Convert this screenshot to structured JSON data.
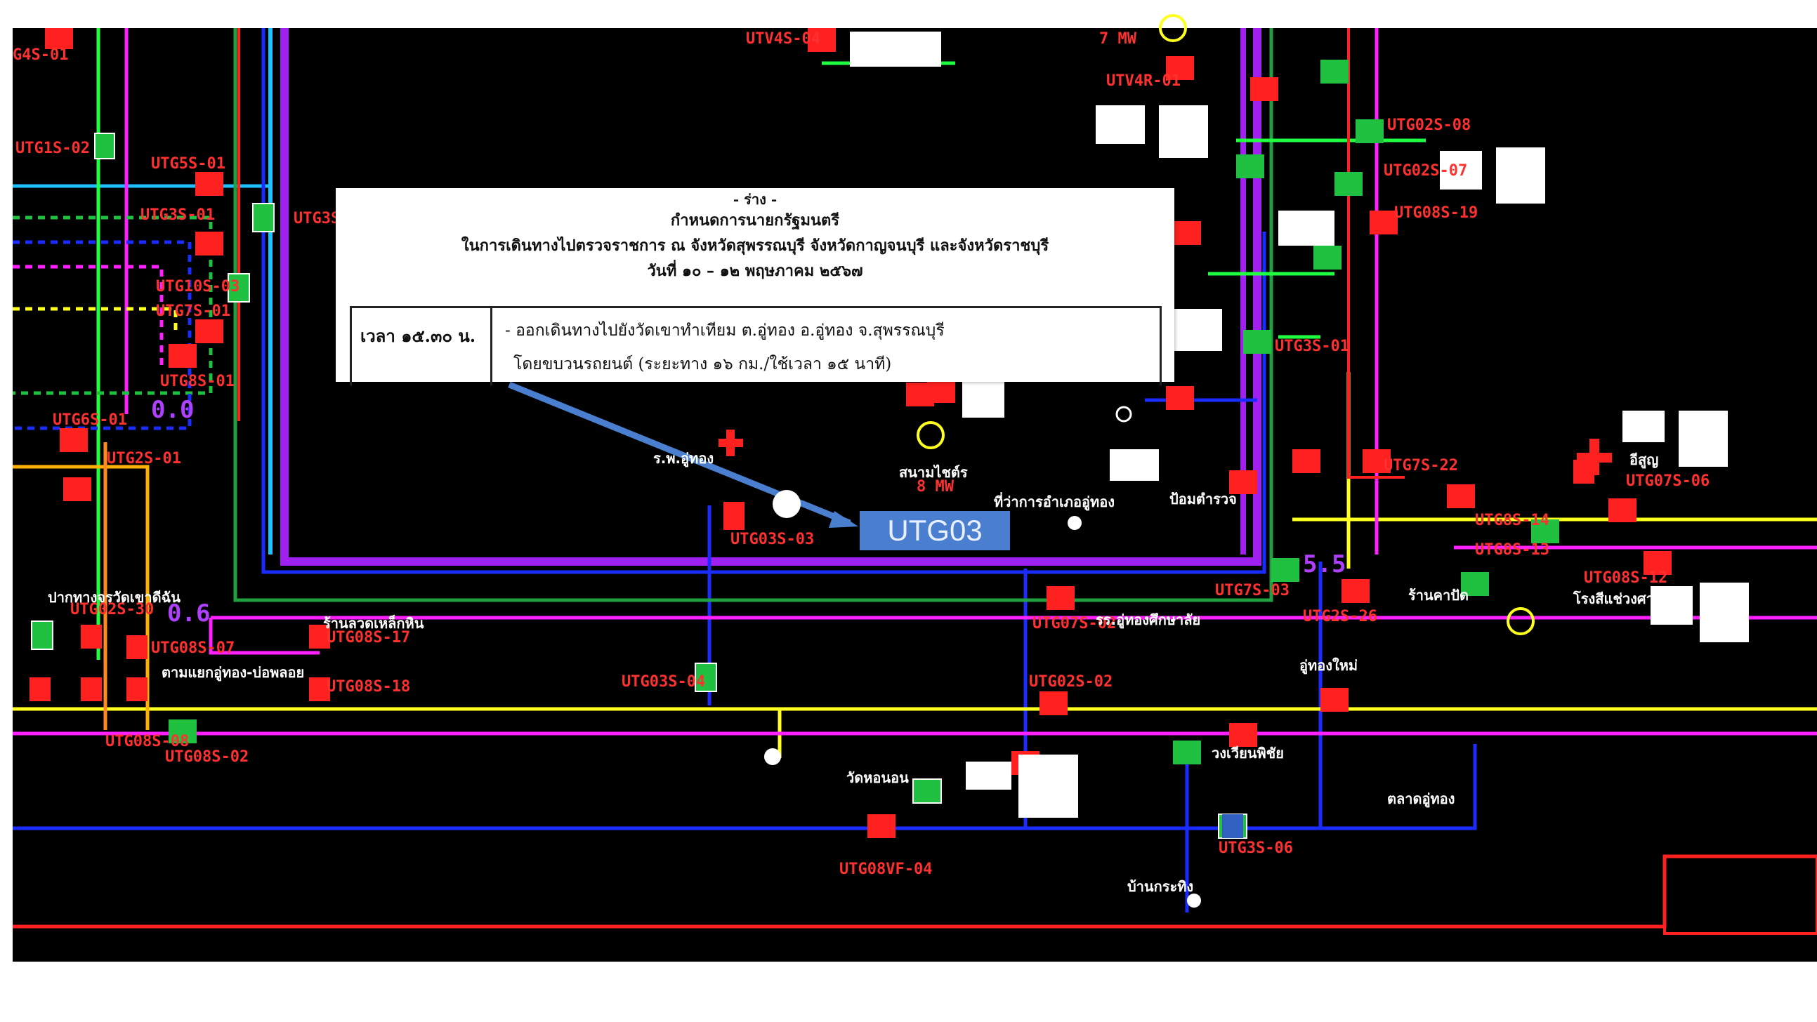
{
  "document": {
    "draft_marker": "- ร่าง -",
    "title_line1": "กำหนดการนายกรัฐมนตรี",
    "title_line2": "ในการเดินทางไปตรวจราชการ ณ จังหวัดสุพรรณบุรี จังหวัดกาญจนบุรี และจังหวัดราชบุรี",
    "title_line3": "วันที่ ๑๐ – ๑๒ พฤษภาคม ๒๕๖๗",
    "time": "เวลา ๑๕.๓๐ น.",
    "detail_line1": "- ออกเดินทางไปยังวัดเขาทำเทียม ต.อู่ทอง อ.อู่ทอง จ.สุพรรณบุรี",
    "detail_line2": "โดยขบวนรถยนต์ (ระยะทาง ๑๖ กม./ใช้เวลา ๑๕ นาที)"
  },
  "callout": {
    "label": "UTG03"
  },
  "diagram": {
    "labels": {
      "g4s": "G4S-01",
      "utg1s": "UTG1S-02",
      "utg5s": "UTG5S-01",
      "utg3s": "UTG3S-01",
      "utg10s": "UTG10S-03",
      "utg7s": "UTG7S-01",
      "utg8s": "UTG8S-01",
      "utg6s": "UTG6S-01",
      "utg2s": "UTG2S-01",
      "utg3s_top": "UTG3S",
      "utv4s": "UTV4S-04",
      "utv4r": "UTV4R-01",
      "utg03s03": "UTG03S-03",
      "utg03s04": "UTG03S-04",
      "utg07s02": "UTG07S-02",
      "utg02s02": "UTG02S-02",
      "utg08vf": "UTG08VF-04",
      "utg3s06": "UTG3S-06",
      "utg07s06": "UTG07S-06",
      "utg3s01r": "UTG3S-01",
      "utg7s03": "UTG7S-03",
      "utg7s_mid": "UTG7S-22",
      "utg8s14": "UTG8S-14",
      "utg8s13": "UTG8S-13",
      "utg08s12": "UTG08S-12",
      "utg2s26": "UTG2S-26",
      "utg08s17": "UTG08S-17",
      "utg08s18": "UTG08S-18",
      "utg02s30": "UTG02S-30",
      "utg08s07": "UTG08S-07",
      "utg08s08": "UTG08S-08",
      "utg08s02": "UTG08S-02",
      "utg08s19": "UTG08S-19",
      "utg02s07": "UTG02S-07",
      "utg02s08": "UTG02S-08",
      "mw7": "7 MW",
      "mw8": "8 MW",
      "n00": "0.0",
      "n06": "0.6",
      "n55": "5.5"
    },
    "thai_labels": {
      "hospital": "ร.พ.อู่ทอง",
      "stadium": "สนามไชต์ร",
      "university": "รร.อู่ทองศึกษาลัย",
      "market": "ตลาดอู่ทอง",
      "ban_kra": "บ้านกระทิง",
      "wat": "วัดหอนอน",
      "wang": "วงเวียนพิชัย",
      "office": "ที่ว่าการอำเภออู่ทอง",
      "school": "ร้านลวดเหล็กหิน",
      "kaset": "ตามแยกอู่ทอง-บ่อพลอย",
      "junction": "ปากทางจรวัดเขาดีฉัน",
      "pom": "ป้อมตำรวจ",
      "pho": "อู่ทองใหม่",
      "rong": "โรงสีแช่วงศา",
      "ban_kao": "ร้านคาปัด",
      "eng": "อีสูญ"
    }
  }
}
